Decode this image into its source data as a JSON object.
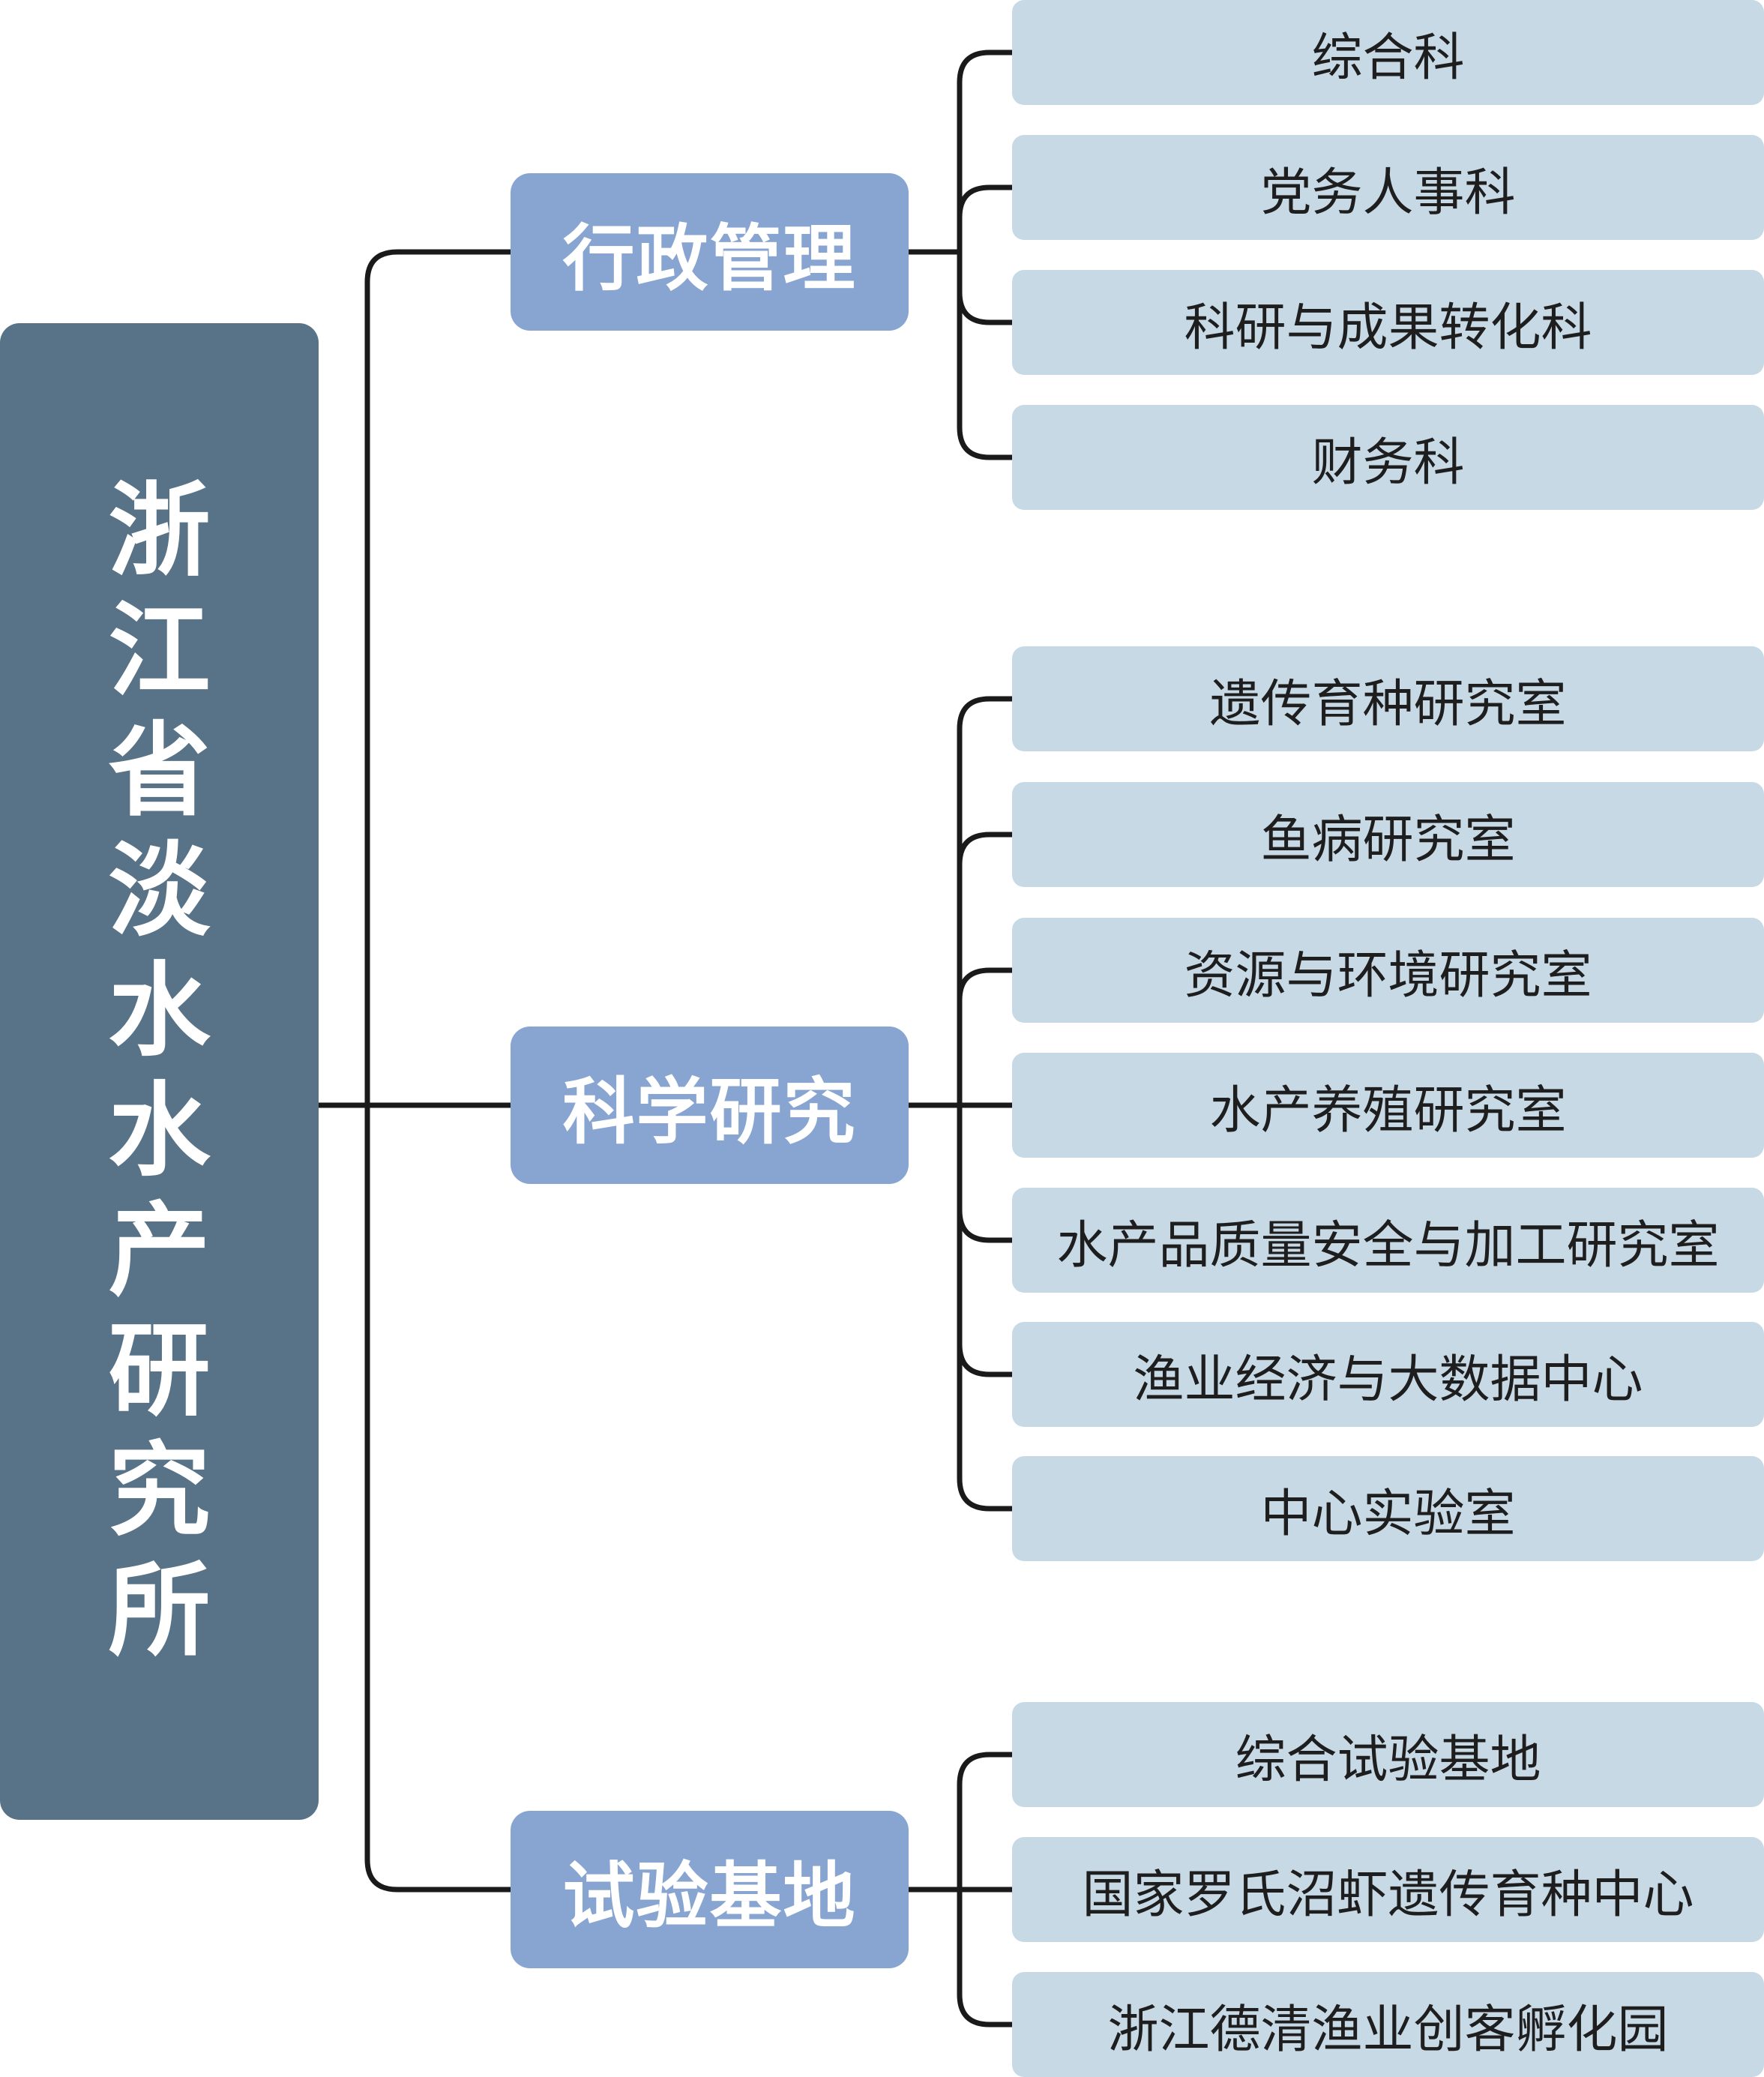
{
  "root": {
    "title": "浙江省淡水水产研究所"
  },
  "departments": [
    {
      "name": "行政管理",
      "units": [
        "综合科",
        "党务人事科",
        "科研与成果转化科",
        "财务科"
      ]
    },
    {
      "name": "科学研究",
      "units": [
        "遗传育种研究室",
        "鱼病研究室",
        "资源与环境研究室",
        "水产养殖研究室",
        "水产品质量安全与加工研究室",
        "渔业经济与大数据中心",
        "中心实验室"
      ]
    },
    {
      "name": "试验基地",
      "units": [
        "综合试验基地",
        "国家罗氏沼虾遗传育种中心",
        "浙江德清渔业创客孵化园"
      ]
    }
  ],
  "colors": {
    "root_fill": "#587387",
    "department_fill": "#88a5d1",
    "unit_fill": "#c8d9e6",
    "connector": "#1a1a1a"
  }
}
